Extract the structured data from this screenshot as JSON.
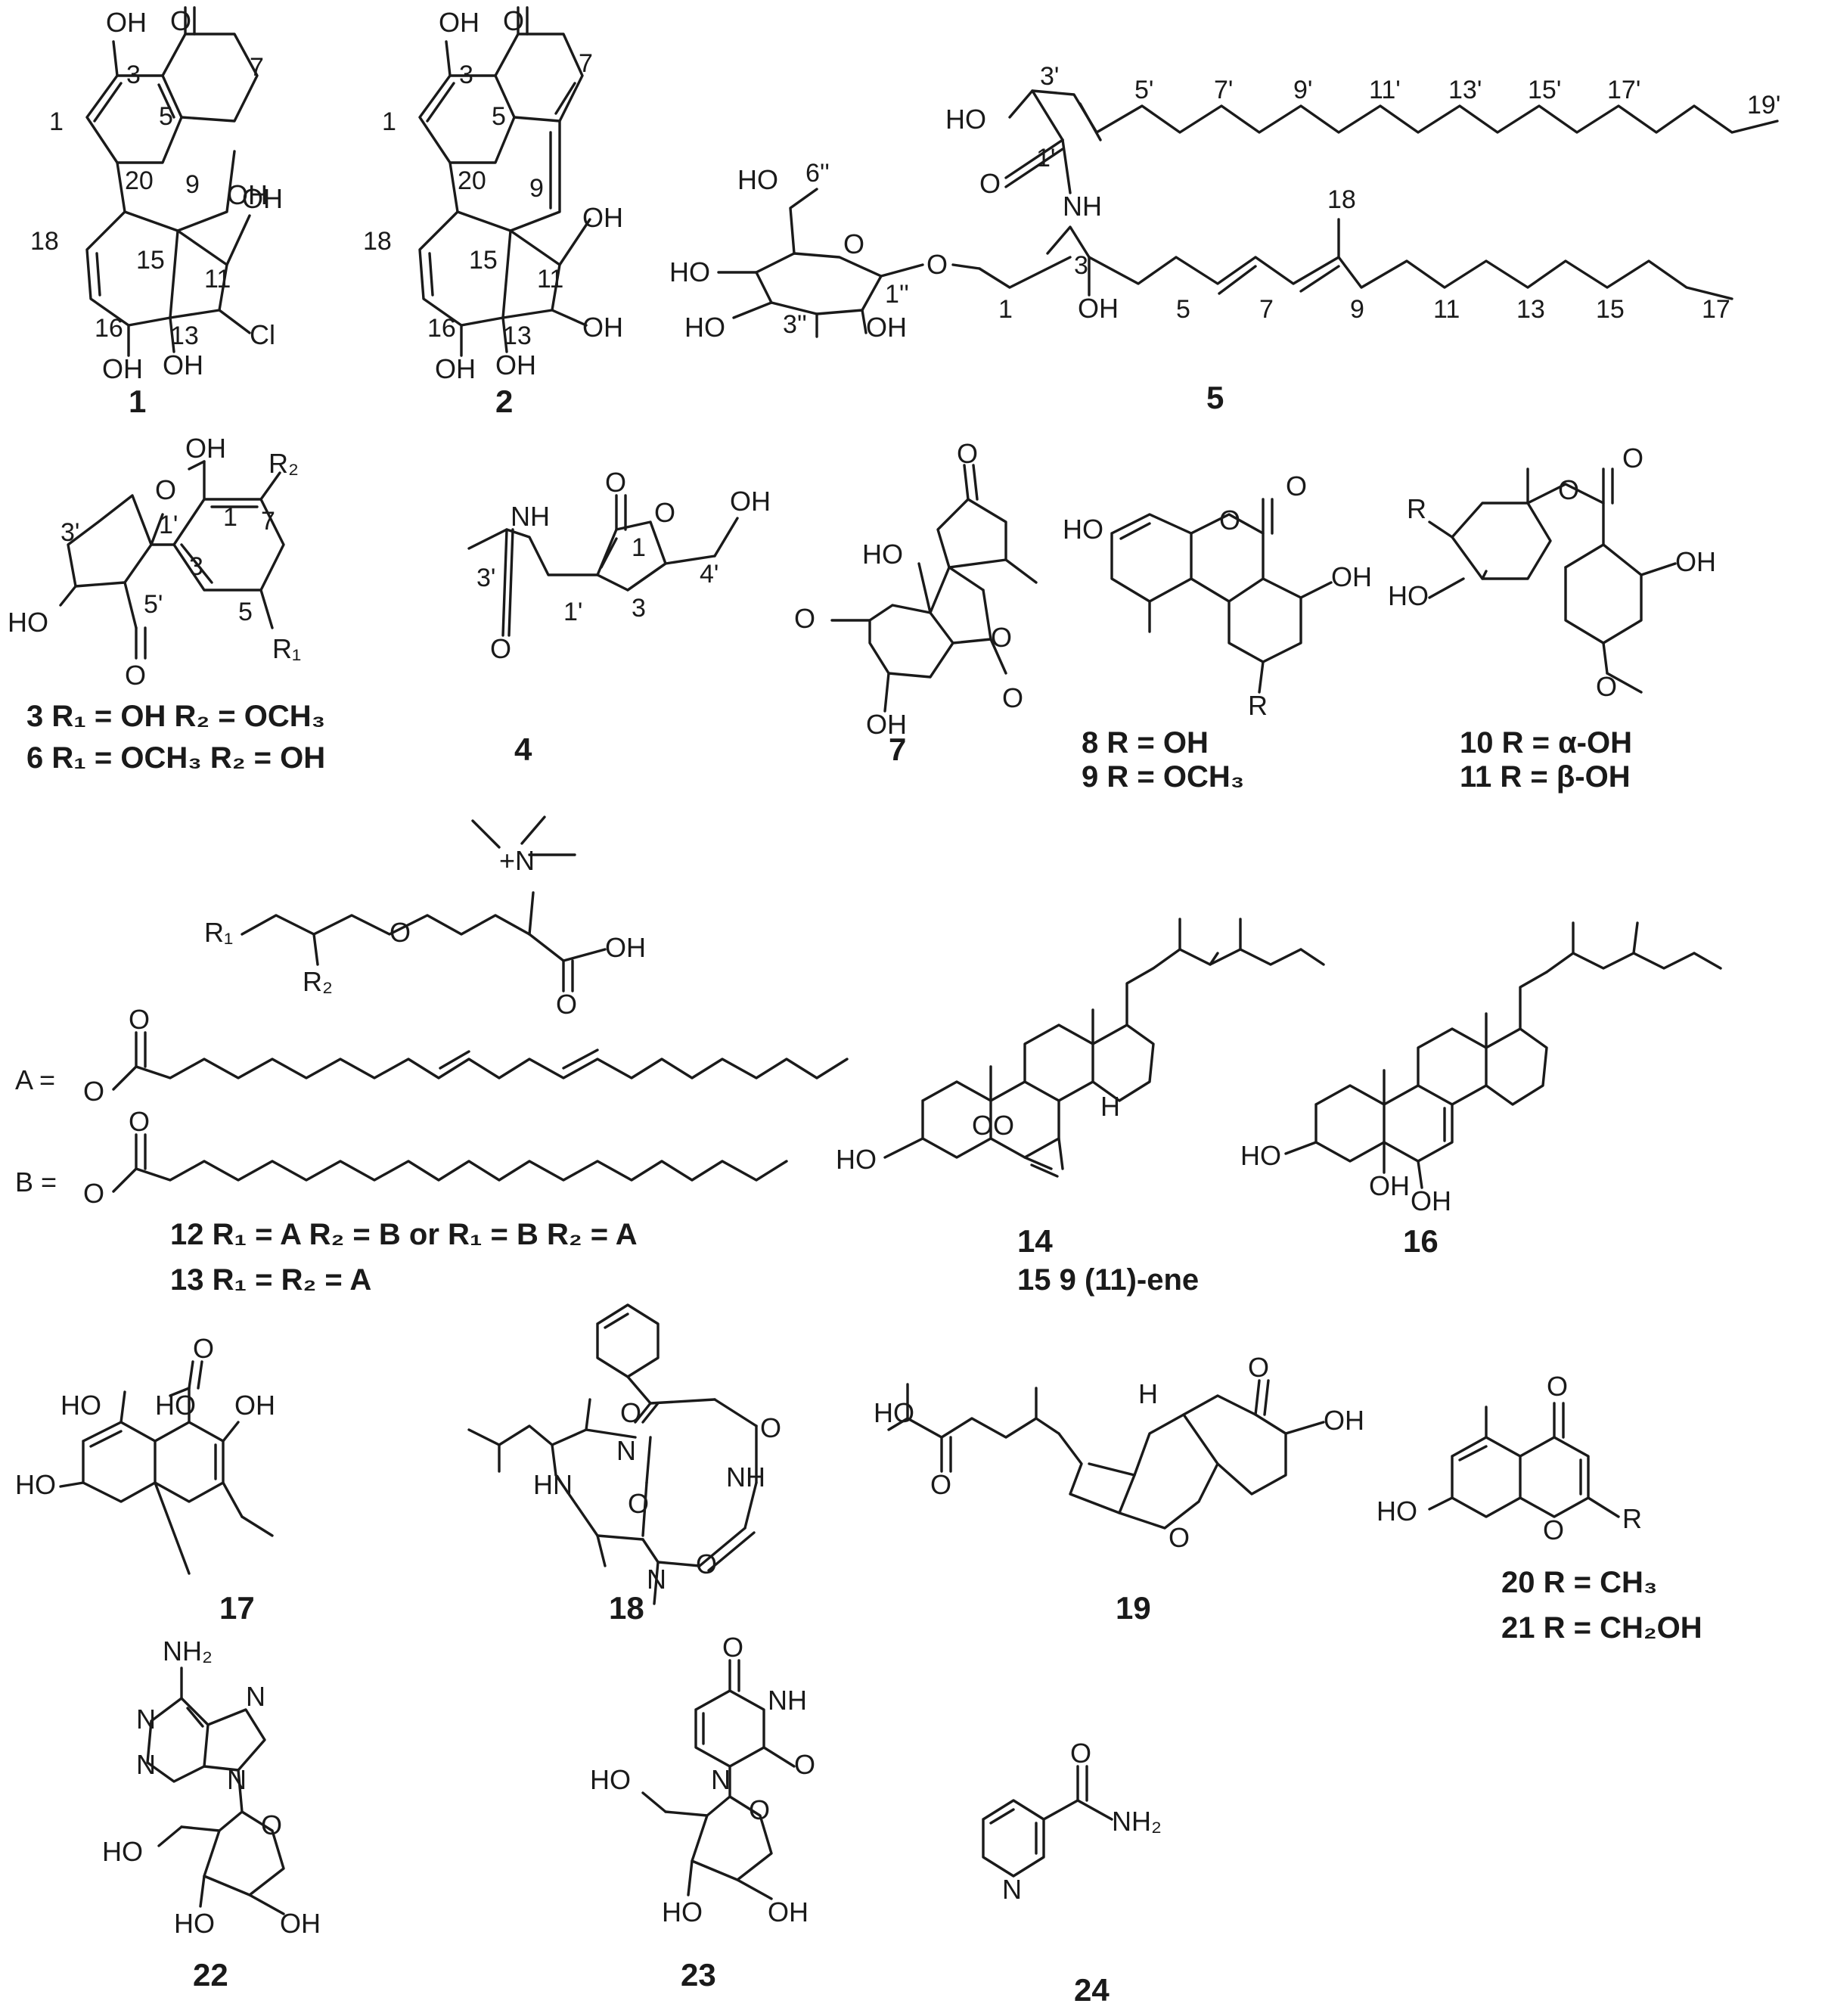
{
  "compounds": [
    {
      "id": "1"
    },
    {
      "id": "2"
    },
    {
      "id": "3"
    },
    {
      "id": "4"
    },
    {
      "id": "5"
    },
    {
      "id": "7"
    },
    {
      "id": "14"
    },
    {
      "id": "16"
    },
    {
      "id": "17"
    },
    {
      "id": "18"
    },
    {
      "id": "19"
    },
    {
      "id": "22"
    },
    {
      "id": "23"
    },
    {
      "id": "24"
    }
  ],
  "captions": {
    "c3": "3 R₁ = OH  R₂ = OCH₃",
    "c6": "6 R₁ = OCH₃ R₂ = OH",
    "c8": "8 R = OH",
    "c9": "9 R = OCH₃",
    "c10": "10 R = α-OH",
    "c11": "11 R = β-OH",
    "c12": "12 R₁ = A R₂ = B or R₁ = B R₂ = A",
    "c13": "13 R₁ = R₂ = A",
    "c15": "15 9 (11)-ene",
    "c20": "20 R = CH₃",
    "c21": "21 R = CH₂OH"
  },
  "substituent_labels": {
    "a": "A =",
    "b": "B ="
  },
  "atoms": {
    "OH": "OH",
    "HO": "HO",
    "O": "O",
    "Cl": "Cl",
    "NH": "NH",
    "N": "N",
    "H": "H",
    "HN": "HN",
    "NH2": "NH₂",
    "R": "R",
    "R1": "R₁",
    "R2": "R₂",
    "Nplus": "+N",
    "OO": "OO"
  },
  "locants_1": [
    "3",
    "5",
    "7",
    "1",
    "20",
    "9",
    "18",
    "15",
    "11",
    "16",
    "13"
  ],
  "locants_2": [
    "3",
    "5",
    "7",
    "1",
    "20",
    "9",
    "18",
    "15",
    "11",
    "16",
    "13"
  ],
  "locants_3": [
    "1",
    "7",
    "3'",
    "1'",
    "3",
    "5'",
    "5"
  ],
  "locants_4": [
    "3'",
    "1'",
    "1",
    "3",
    "4'"
  ],
  "locants_5_top": [
    "3'",
    "5'",
    "7'",
    "9'",
    "11'",
    "13'",
    "15'",
    "17'",
    "19'",
    "1'"
  ],
  "locants_5_bottom": [
    "6''",
    "18",
    "3",
    "1''",
    "1",
    "3''",
    "5",
    "7",
    "9",
    "11",
    "13",
    "15",
    "17"
  ]
}
